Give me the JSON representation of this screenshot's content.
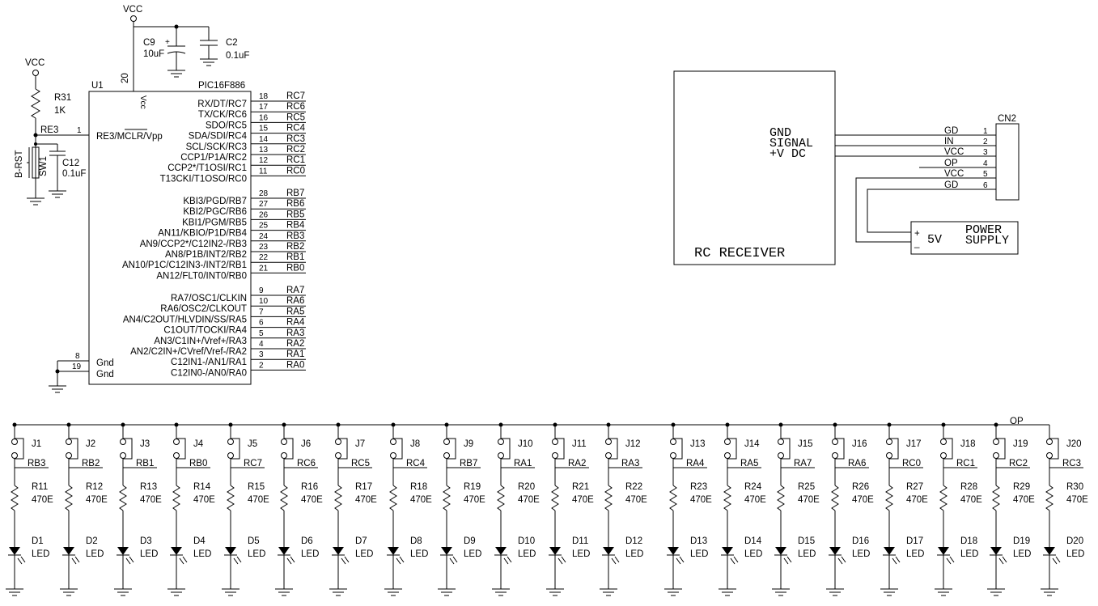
{
  "power": {
    "vcc": "VCC",
    "op": "OP"
  },
  "mcu": {
    "ref": "U1",
    "part": "PIC16F886",
    "vcc_label": "Vcc",
    "vcc_pin": "20",
    "mclr": {
      "pin": "1",
      "name": "RE3/MCLR/Vpp",
      "net": "RE3"
    },
    "gnd_pins": [
      {
        "pin": "8",
        "name": "Gnd"
      },
      {
        "pin": "19",
        "name": "Gnd"
      }
    ],
    "right_pins": [
      {
        "pin": "18",
        "name": "RX/DT/RC7",
        "net": "RC7"
      },
      {
        "pin": "17",
        "name": "TX/CK/RC6",
        "net": "RC6"
      },
      {
        "pin": "16",
        "name": "SDO/RC5",
        "net": "RC5"
      },
      {
        "pin": "15",
        "name": "SDA/SDI/RC4",
        "net": "RC4"
      },
      {
        "pin": "14",
        "name": "SCL/SCK/RC3",
        "net": "RC3"
      },
      {
        "pin": "13",
        "name": "CCP1/P1A/RC2",
        "net": "RC2"
      },
      {
        "pin": "12",
        "name": "CCP2*/T1OSI/RC1",
        "net": "RC1"
      },
      {
        "pin": "11",
        "name": "T13CKI/T1OSO/RC0",
        "net": "RC0"
      },
      {
        "pin": "28",
        "name": "KBI3/PGD/RB7",
        "net": "RB7"
      },
      {
        "pin": "27",
        "name": "KBI2/PGC/RB6",
        "net": "RB6"
      },
      {
        "pin": "26",
        "name": "KBI1/PGM/RB5",
        "net": "RB5"
      },
      {
        "pin": "25",
        "name": "AN11/KBIO/P1D/RB4",
        "net": "RB4"
      },
      {
        "pin": "24",
        "name": "AN9/CCP2*/C12IN2-/RB3",
        "net": "RB3"
      },
      {
        "pin": "23",
        "name": "AN8/P1B/INT2/RB2",
        "net": "RB2"
      },
      {
        "pin": "22",
        "name": "AN10/P1C/C12IN3-/INT2/RB1",
        "net": "RB1"
      },
      {
        "pin": "21",
        "name": "AN12/FLT0/INT0/RB0",
        "net": "RB0"
      },
      {
        "pin": "9",
        "name": "RA7/OSC1/CLKIN",
        "net": "RA7"
      },
      {
        "pin": "10",
        "name": "RA6/OSC2/CLKOUT",
        "net": "RA6"
      },
      {
        "pin": "7",
        "name": "AN4/C2OUT/HLVDIN/SS/RA5",
        "net": "RA5"
      },
      {
        "pin": "6",
        "name": "C1OUT/TOCKI/RA4",
        "net": "RA4"
      },
      {
        "pin": "5",
        "name": "AN3/C1IN+/Vref+/RA3",
        "net": "RA3"
      },
      {
        "pin": "4",
        "name": "AN2/C2IN+/CVref/Vref-/RA2",
        "net": "RA2"
      },
      {
        "pin": "3",
        "name": "C12IN1-/AN1/RA1",
        "net": "RA1"
      },
      {
        "pin": "2",
        "name": "C12IN0-/AN0/RA0",
        "net": "RA0"
      }
    ]
  },
  "caps": [
    {
      "ref": "C9",
      "value": "10uF"
    },
    {
      "ref": "C2",
      "value": "0.1uF"
    },
    {
      "ref": "C12",
      "value": "0.1uF"
    }
  ],
  "reset": {
    "resistor_ref": "R31",
    "resistor_value": "1K",
    "switch_ref": "SW1",
    "switch_label": "B-RST"
  },
  "rc_receiver": {
    "title": "RC RECEIVER",
    "lines": [
      "GND",
      "SIGNAL",
      "+V DC"
    ]
  },
  "connector": {
    "ref": "CN2",
    "pins": [
      {
        "num": "1",
        "name": "GD"
      },
      {
        "num": "2",
        "name": "IN"
      },
      {
        "num": "3",
        "name": "VCC"
      },
      {
        "num": "4",
        "name": "OP"
      },
      {
        "num": "5",
        "name": "VCC"
      },
      {
        "num": "6",
        "name": "GD"
      }
    ]
  },
  "power_supply": {
    "label_line1": "POWER",
    "label_line2": "SUPPLY",
    "voltage": "5V",
    "plus": "+",
    "minus": "_"
  },
  "led_channels": [
    {
      "jumper": "J1",
      "net": "RB3",
      "resistor": "R11",
      "rvalue": "470E",
      "diode": "D1",
      "dtype": "LED"
    },
    {
      "jumper": "J2",
      "net": "RB2",
      "resistor": "R12",
      "rvalue": "470E",
      "diode": "D2",
      "dtype": "LED"
    },
    {
      "jumper": "J3",
      "net": "RB1",
      "resistor": "R13",
      "rvalue": "470E",
      "diode": "D3",
      "dtype": "LED"
    },
    {
      "jumper": "J4",
      "net": "RB0",
      "resistor": "R14",
      "rvalue": "470E",
      "diode": "D4",
      "dtype": "LED"
    },
    {
      "jumper": "J5",
      "net": "RC7",
      "resistor": "R15",
      "rvalue": "470E",
      "diode": "D5",
      "dtype": "LED"
    },
    {
      "jumper": "J6",
      "net": "RC6",
      "resistor": "R16",
      "rvalue": "470E",
      "diode": "D6",
      "dtype": "LED"
    },
    {
      "jumper": "J7",
      "net": "RC5",
      "resistor": "R17",
      "rvalue": "470E",
      "diode": "D7",
      "dtype": "LED"
    },
    {
      "jumper": "J8",
      "net": "RC4",
      "resistor": "R18",
      "rvalue": "470E",
      "diode": "D8",
      "dtype": "LED"
    },
    {
      "jumper": "J9",
      "net": "RB7",
      "resistor": "R19",
      "rvalue": "470E",
      "diode": "D9",
      "dtype": "LED"
    },
    {
      "jumper": "J10",
      "net": "RA1",
      "resistor": "R20",
      "rvalue": "470E",
      "diode": "D10",
      "dtype": "LED"
    },
    {
      "jumper": "J11",
      "net": "RA2",
      "resistor": "R21",
      "rvalue": "470E",
      "diode": "D11",
      "dtype": "LED"
    },
    {
      "jumper": "J12",
      "net": "RA3",
      "resistor": "R22",
      "rvalue": "470E",
      "diode": "D12",
      "dtype": "LED"
    },
    {
      "jumper": "J13",
      "net": "RA4",
      "resistor": "R23",
      "rvalue": "470E",
      "diode": "D13",
      "dtype": "LED"
    },
    {
      "jumper": "J14",
      "net": "RA5",
      "resistor": "R24",
      "rvalue": "470E",
      "diode": "D14",
      "dtype": "LED"
    },
    {
      "jumper": "J15",
      "net": "RA7",
      "resistor": "R25",
      "rvalue": "470E",
      "diode": "D15",
      "dtype": "LED"
    },
    {
      "jumper": "J16",
      "net": "RA6",
      "resistor": "R26",
      "rvalue": "470E",
      "diode": "D16",
      "dtype": "LED"
    },
    {
      "jumper": "J17",
      "net": "RC0",
      "resistor": "R27",
      "rvalue": "470E",
      "diode": "D17",
      "dtype": "LED"
    },
    {
      "jumper": "J18",
      "net": "RC1",
      "resistor": "R28",
      "rvalue": "470E",
      "diode": "D18",
      "dtype": "LED"
    },
    {
      "jumper": "J19",
      "net": "RC2",
      "resistor": "R29",
      "rvalue": "470E",
      "diode": "D19",
      "dtype": "LED"
    },
    {
      "jumper": "J20",
      "net": "RC3",
      "resistor": "R30",
      "rvalue": "470E",
      "diode": "D20",
      "dtype": "LED"
    }
  ]
}
